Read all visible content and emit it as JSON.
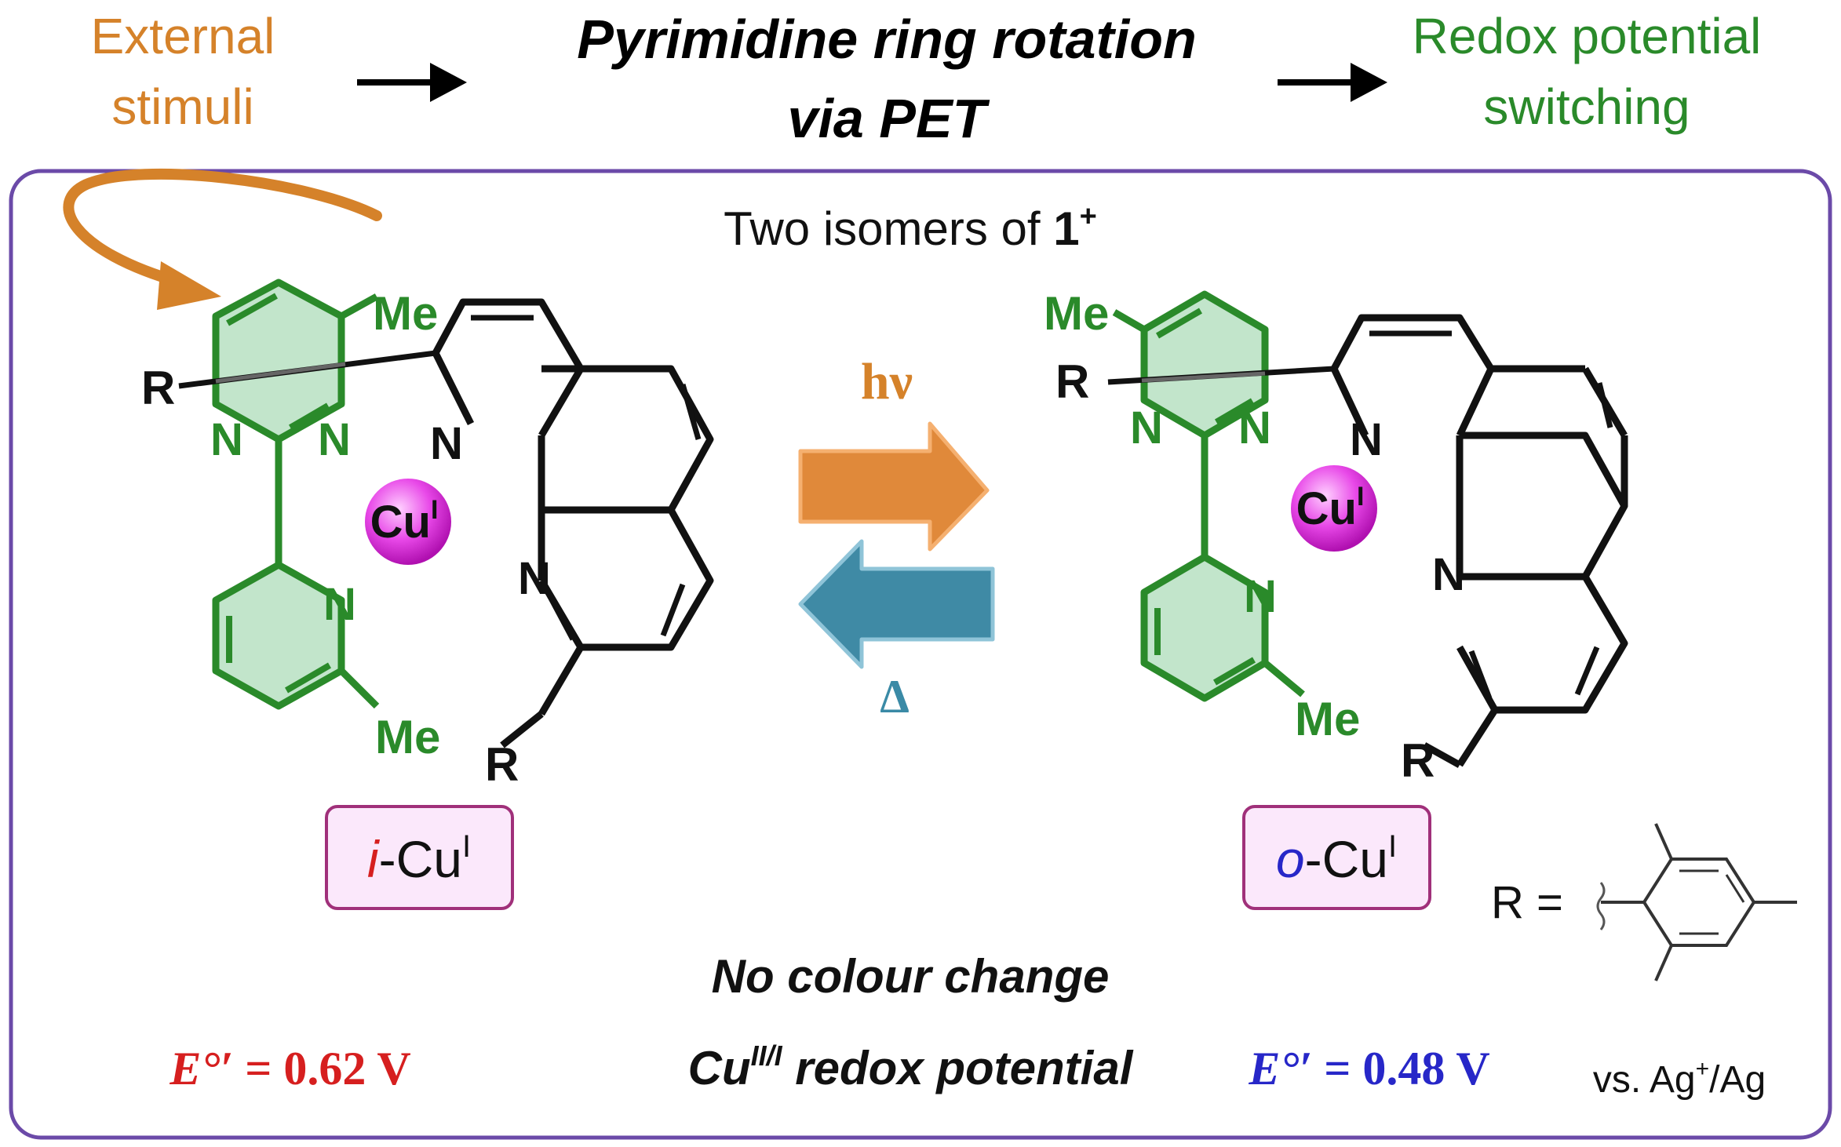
{
  "header": {
    "left_line1": "External",
    "left_line2": "stimuli",
    "center_line1": "Pyrimidine ring rotation",
    "center_line2": "via PET",
    "right_line1": "Redox potential",
    "right_line2": "switching"
  },
  "panel": {
    "title_prefix": "Two isomers of ",
    "title_bold": "1",
    "title_sup": "+"
  },
  "atoms": {
    "me": "Me",
    "n": "N",
    "r": "R",
    "cu": "Cu",
    "cu_sup": "I"
  },
  "arrows": {
    "forward_label": "hν",
    "reverse_label": "Δ"
  },
  "isomers": {
    "left": {
      "prefix": "i",
      "suffix": "-Cu",
      "sup": "I"
    },
    "right": {
      "prefix": "o",
      "suffix": "-Cu",
      "sup": "I"
    }
  },
  "r_definition": "R =",
  "no_colour": "No colour change",
  "potentials": {
    "left_symbol": "E°′",
    "left_value": " = 0.62 V",
    "middle_main": "Cu",
    "middle_sup": "II/I",
    "middle_rest": " redox potential",
    "right_symbol": "E°′",
    "right_value": " = 0.48 V",
    "reference_prefix": "vs. Ag",
    "reference_sup": "+",
    "reference_suffix": "/Ag"
  },
  "colors": {
    "orange": "#d5822a",
    "green": "#2a8a2a",
    "green_fill": "#8fd0a0",
    "purple_border": "#6b4aa8",
    "teal": "#3a8aa6",
    "magenta": "#e040e0",
    "red": "#d61f1f",
    "blue": "#2727c8",
    "label_box_fill": "#fbe8fb",
    "label_box_border": "#a0307a"
  }
}
